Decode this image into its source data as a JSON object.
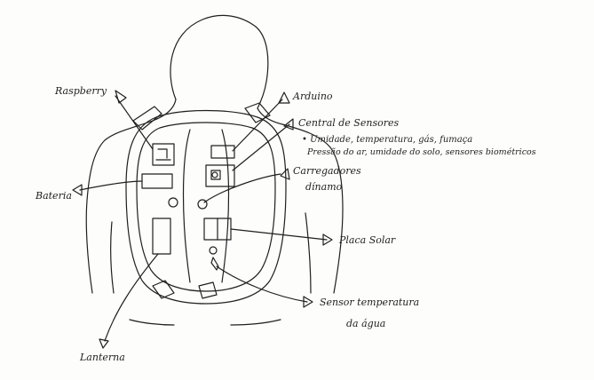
{
  "labels": {
    "raspberry": "Raspberry",
    "arduino": "Arduino",
    "central": "Central de Sensores",
    "sensor_line1": "• Umidade, temperatura, gás, fumaça",
    "sensor_line2": "Pressão do ar, umidade do solo, sensores biométricos",
    "carregadores": "Carregadores",
    "dinamo": "dínamo",
    "bateria": "Bateria",
    "placa_solar": "Placa Solar",
    "sensor_temp_1": "Sensor temperatura",
    "sensor_temp_2": "da água",
    "lanterna": "Lanterna"
  },
  "colors": {
    "ink": "#1f1f1f",
    "paper": "#fdfdfb"
  }
}
